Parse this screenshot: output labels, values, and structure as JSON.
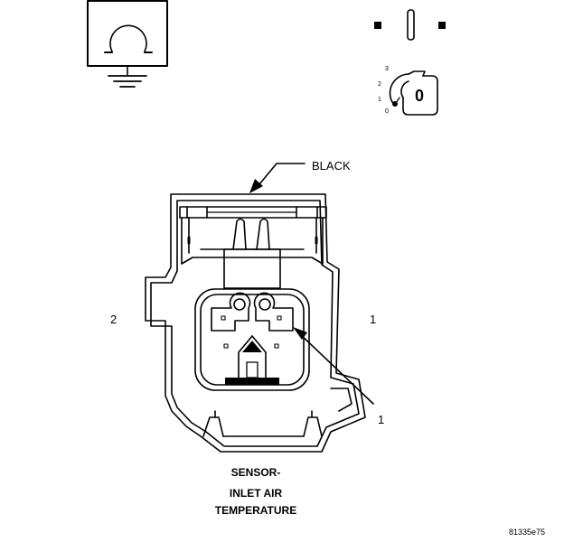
{
  "connector": {
    "color_label": "BLACK",
    "pin_label_left": "2",
    "pin_label_right": "1",
    "pin_callout": "1"
  },
  "caption": {
    "line1": "SENSOR-",
    "line2": "INLET AIR",
    "line3": "TEMPERATURE"
  },
  "ignition_key": {
    "center_label": "0",
    "positions": [
      "3",
      "2",
      "1",
      "0"
    ]
  },
  "icons": {
    "ground": "ground-symbol-icon",
    "ignition": "ignition-key-off-icon",
    "disconnect": "disconnect-connector-icon"
  },
  "figure_id": "81335e75",
  "colors": {
    "line": "#000000",
    "background": "#ffffff"
  }
}
